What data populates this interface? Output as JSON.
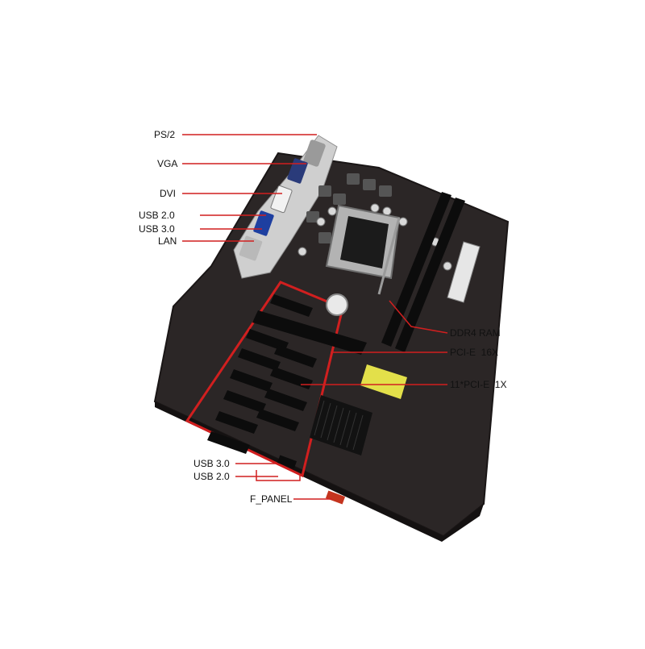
{
  "image": {
    "subject": "ATX mining motherboard with labeled connectors",
    "colors": {
      "pcb": "#2b2626",
      "pcb_dark": "#171414",
      "callout_line": "#d11f1f",
      "highlight_box": "#d11f1f",
      "heatsink": "#121212",
      "slot": "#0c0c0c",
      "io_metal": "#cfcfcf",
      "yellow_sticker": "#e3e04a"
    }
  },
  "callouts": {
    "ps2": "PS/2",
    "vga": "VGA",
    "dvi": "DVI",
    "usb20_rear": "USB 2.0",
    "usb30_rear": "USB 3.0",
    "lan": "LAN",
    "ddr4": "DDR4 RAM",
    "pcie16": "PCI-E  16X",
    "pcie1": "11*PCI-E  1X",
    "usb30_header": "USB 3.0",
    "usb20_header": "USB 2.0",
    "fpanel": "F_PANEL"
  }
}
